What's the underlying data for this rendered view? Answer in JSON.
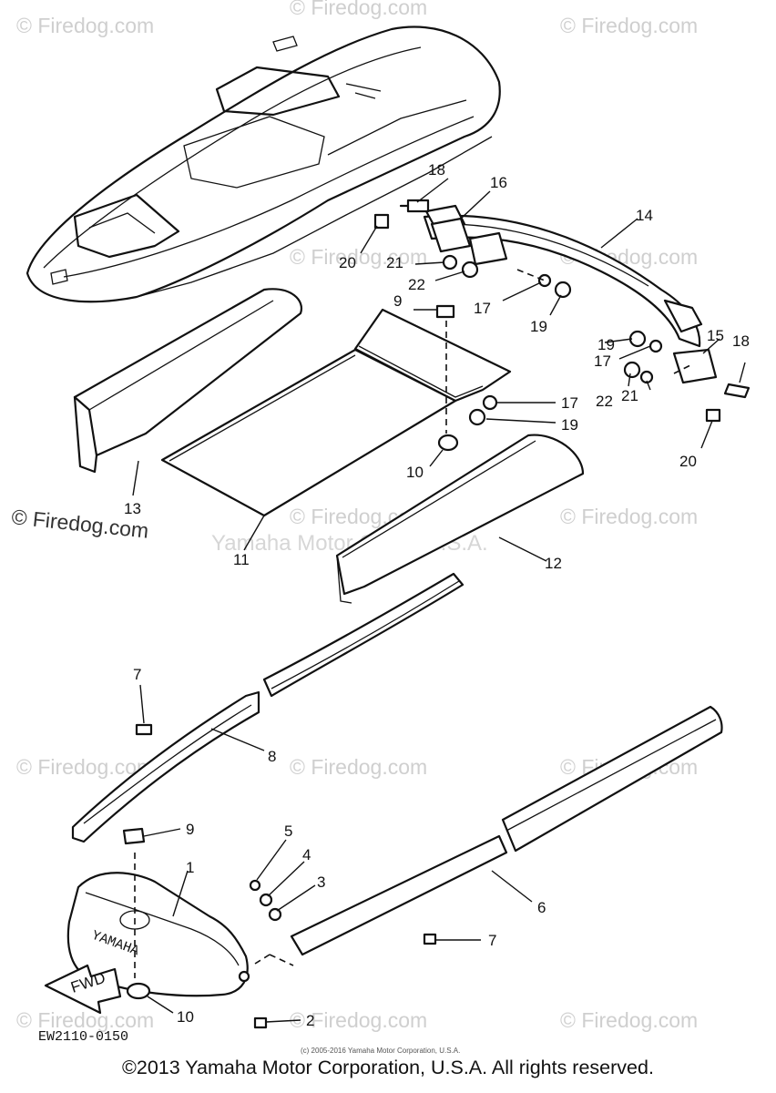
{
  "watermark": {
    "site": "© Firedog.com",
    "center": "Yamaha Motor Corp., U.S.A."
  },
  "diagram_code": "EW2110-0150",
  "small_notice": "(c) 2005-2016 Yamaha Motor Corporation, U.S.A.",
  "copyright": "©2013 Yamaha Motor Corporation, U.S.A. All rights reserved.",
  "part_labels": {
    "p1": "1",
    "p2": "2",
    "p3": "3",
    "p4": "4",
    "p5": "5",
    "p6": "6",
    "p7a": "7",
    "p7b": "7",
    "p8": "8",
    "p9a": "9",
    "p9b": "9",
    "p10a": "10",
    "p10b": "10",
    "p11": "11",
    "p12": "12",
    "p13": "13",
    "p14": "14",
    "p15": "15",
    "p16": "16",
    "p17a": "17",
    "p17b": "17",
    "p17c": "17",
    "p18a": "18",
    "p18b": "18",
    "p19a": "19",
    "p19b": "19",
    "p19c": "19",
    "p20a": "20",
    "p20b": "20",
    "p21a": "21",
    "p21b": "21",
    "p22a": "22",
    "p22b": "22"
  },
  "bumper_text": "YAMAHA",
  "arrow_text": "FWD"
}
